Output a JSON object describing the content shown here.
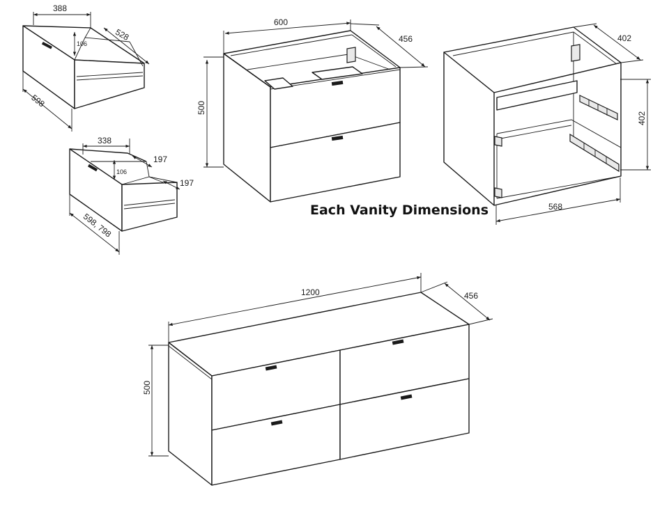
{
  "caption": "Each Vanity Dimensions",
  "top_drawer": {
    "width": "388",
    "depth": "528",
    "height": "106",
    "side": "598"
  },
  "bottom_drawer": {
    "width": "338",
    "depth_back": "197",
    "height": "106",
    "depth_front": "197",
    "side": "598, 798"
  },
  "single_vanity": {
    "width": "600",
    "depth": "456",
    "height": "500"
  },
  "carcass": {
    "depth": "402",
    "height": "402",
    "width": "568"
  },
  "double_vanity": {
    "width": "1200",
    "depth": "456",
    "height": "500"
  }
}
